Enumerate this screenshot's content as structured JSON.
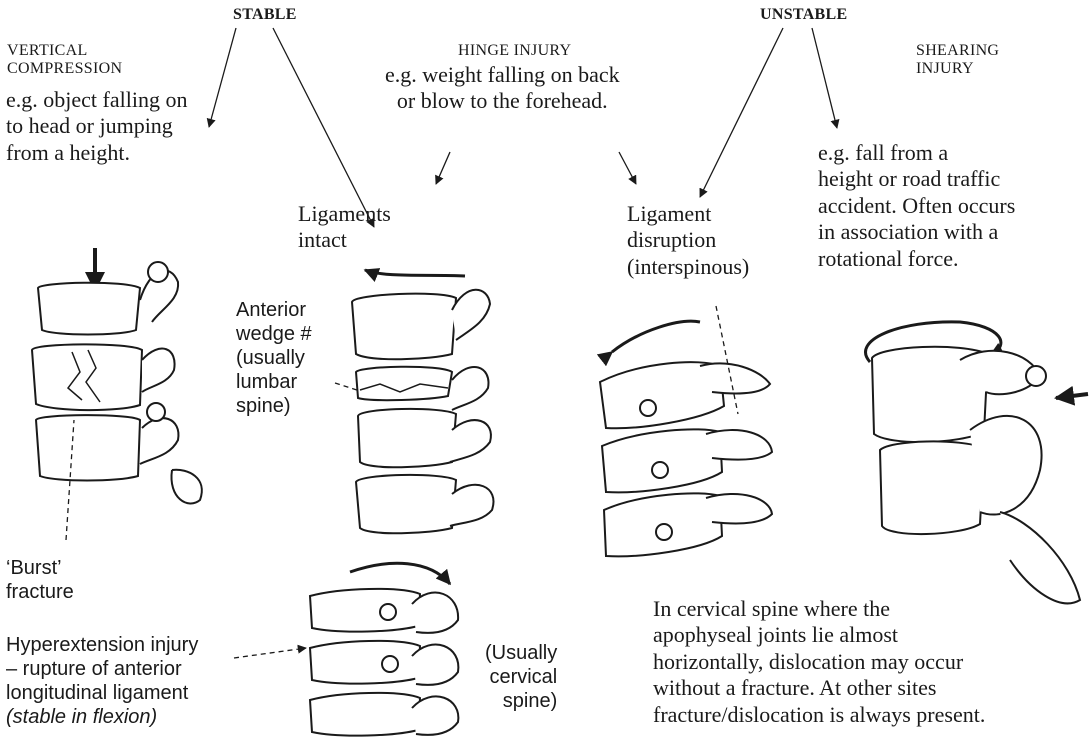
{
  "headings": {
    "stable": "STABLE",
    "unstable": "UNSTABLE"
  },
  "categories": {
    "vertical_compression": "VERTICAL\nCOMPRESSION",
    "hinge_injury": "HINGE INJURY",
    "shearing_injury": "SHEARING\nINJURY"
  },
  "examples": {
    "vertical": "e.g. object falling on\nto head or jumping\nfrom a height.",
    "hinge": "e.g. weight falling on back\nor blow to the forehead.",
    "shearing": "e.g. fall from a\nheight or road traffic\naccident. Often occurs\nin association with a\nrotational force."
  },
  "labels": {
    "ligaments_intact": "Ligaments\nintact",
    "ligament_disruption": "Ligament\ndisruption\n(interspinous)",
    "anterior_wedge": "Anterior\nwedge #\n(usually\nlumbar\nspine)",
    "burst_fracture": "‘Burst’\nfracture",
    "hyperextension": "Hyperextension injury\n– rupture of anterior\nlongitudinal ligament",
    "stable_in_flexion": "(stable in flexion)",
    "usually_cervical": "(Usually\ncervical\nspine)"
  },
  "notes": {
    "cervical": "In cervical spine where the\napophyseal joints lie almost\nhorizontally, dislocation may occur\nwithout a fracture. At other sites\nfracture/dislocation is always present."
  },
  "colors": {
    "ink": "#1a1a1a",
    "paper": "#ffffff"
  }
}
